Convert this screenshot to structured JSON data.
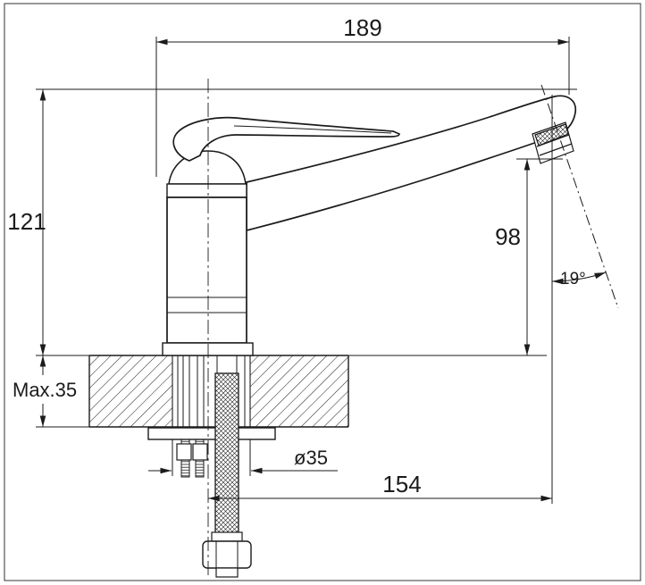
{
  "page": {
    "background": "#ffffff",
    "line_color": "#1b1b1b",
    "description": "Technical dimension drawing: single-lever sink faucet, side view with countertop cross-section and supply hose"
  },
  "dimensions": {
    "top_width": "189",
    "left_height": "121",
    "spout_height": "98",
    "spout_angle": "19°",
    "max_mount_thickness": "Max.35",
    "hole_diameter": "ø35",
    "bottom_reach": "154"
  }
}
